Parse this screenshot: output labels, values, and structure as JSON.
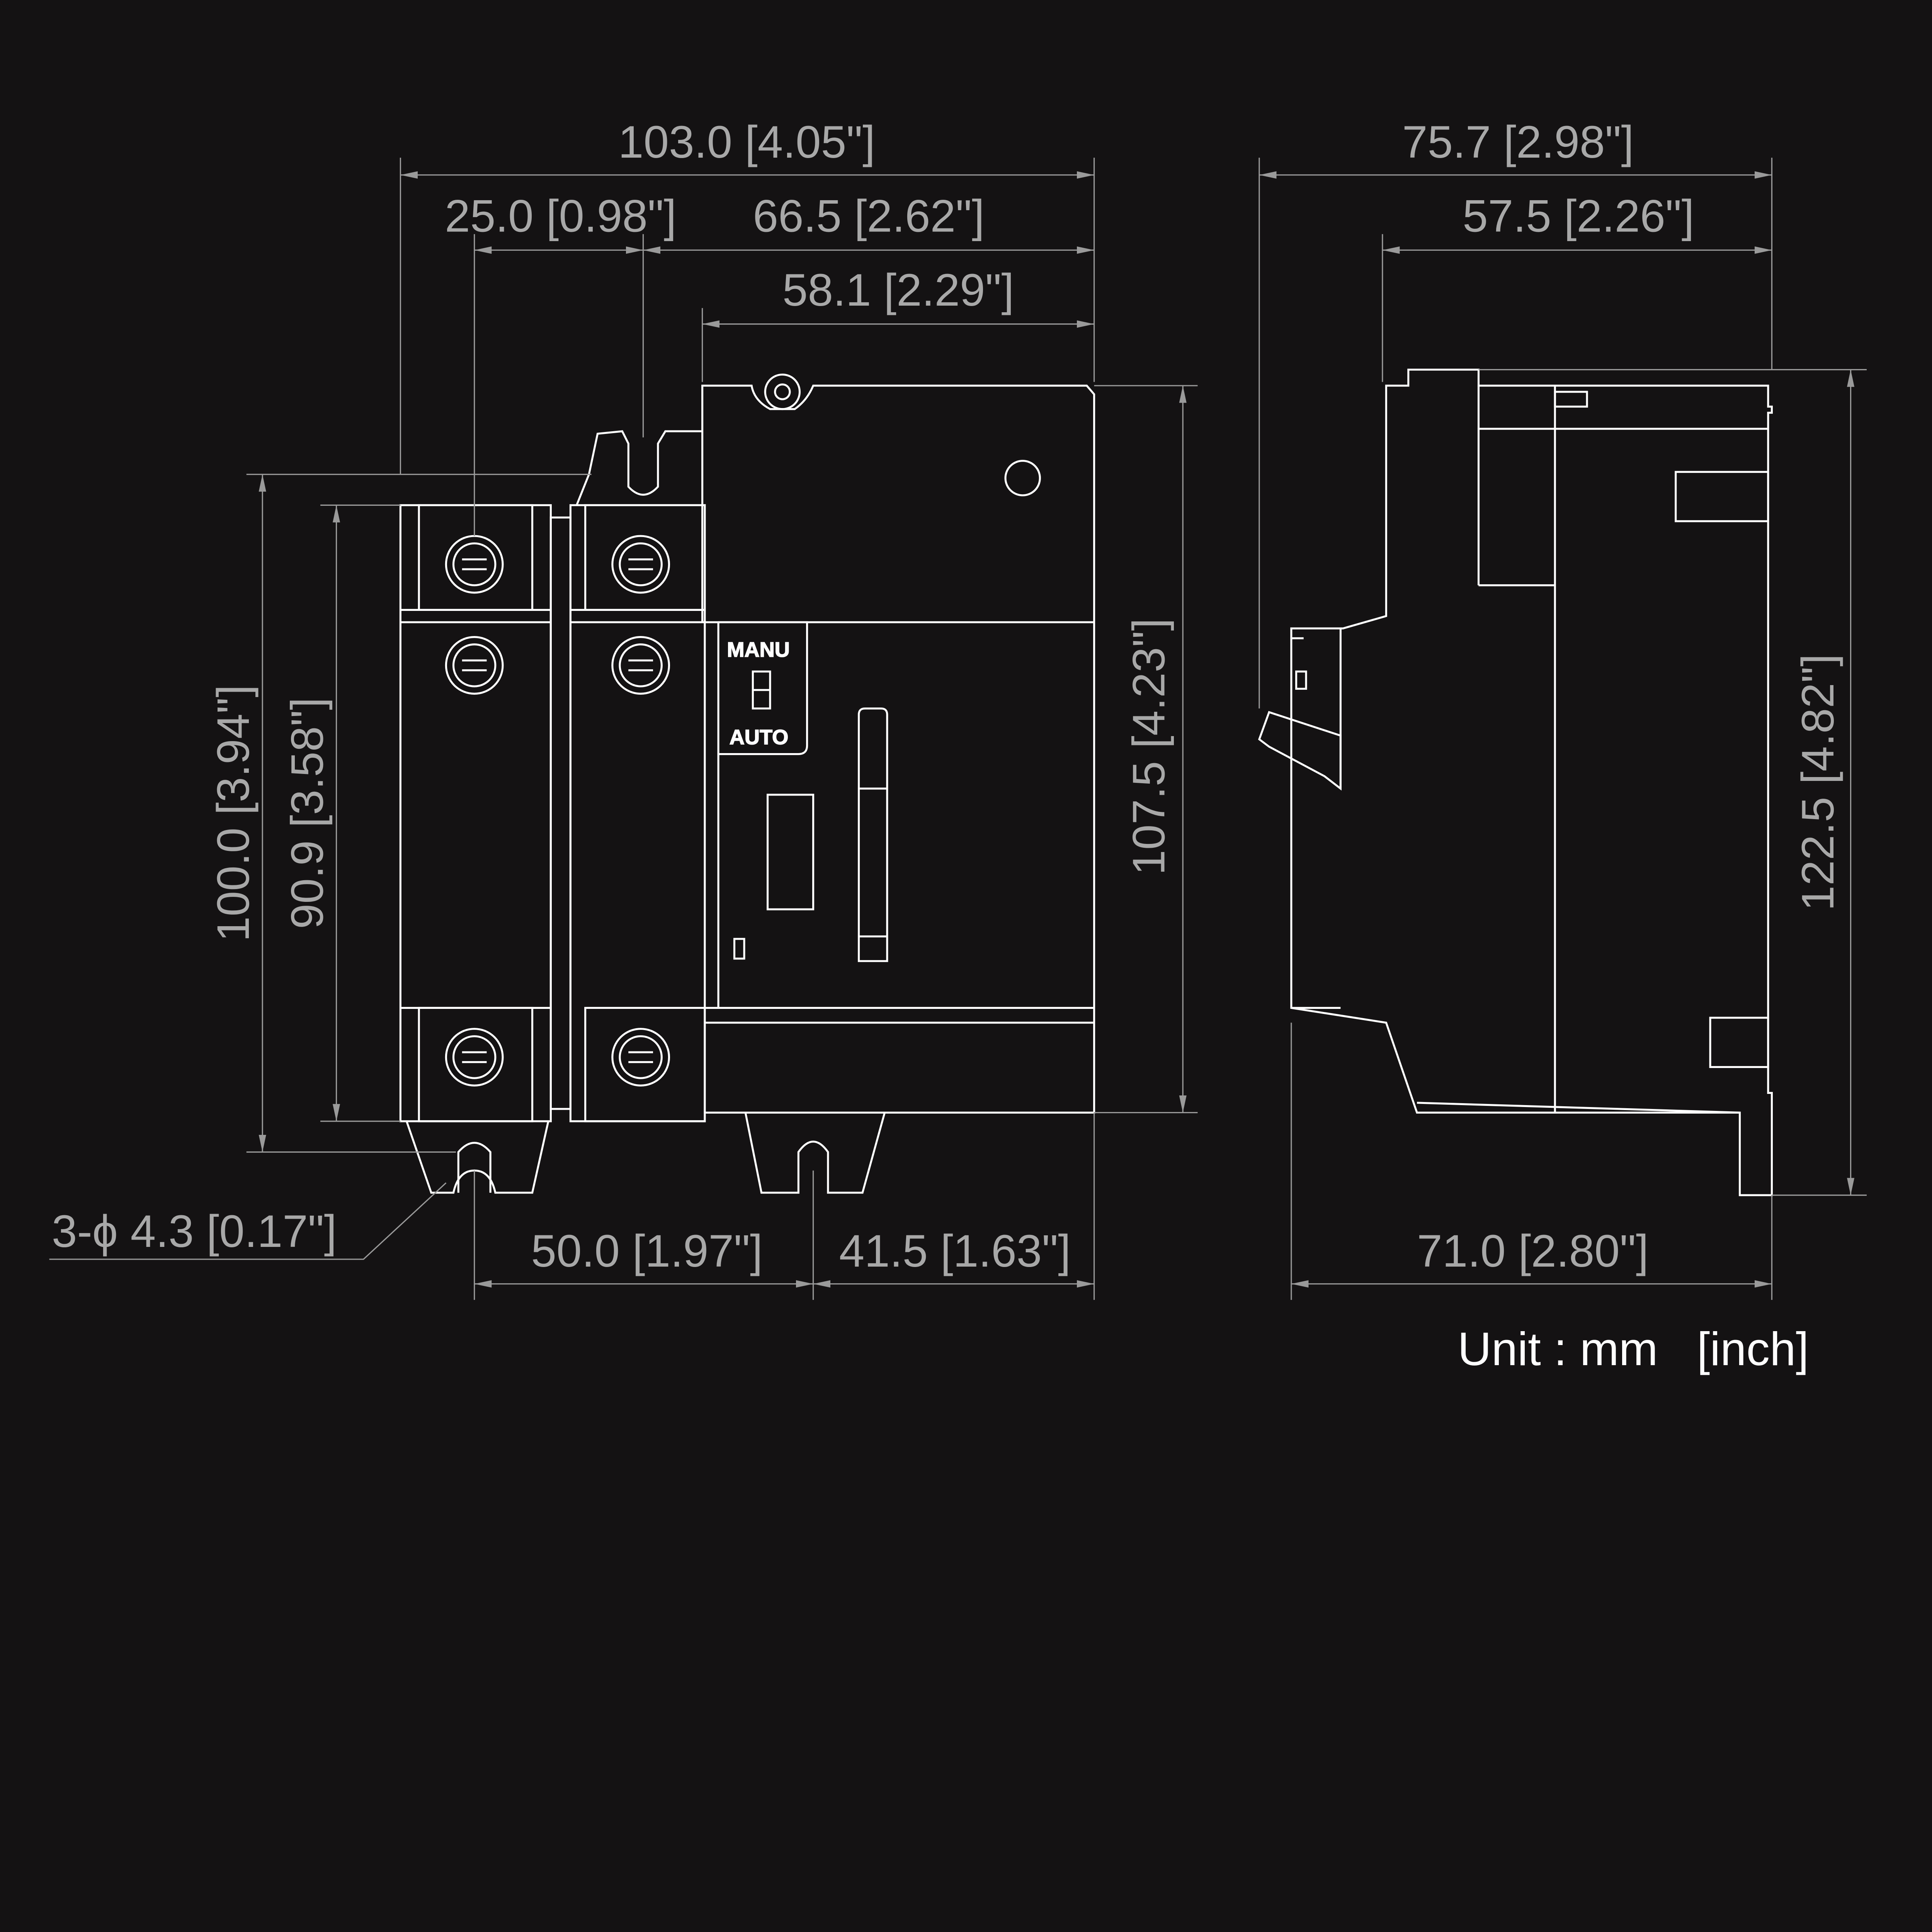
{
  "front_view": {
    "dims": {
      "overall_width": "103.0 [4.05\"]",
      "pole_pitch": "25.0 [0.98\"]",
      "right_width": "66.5 [2.62\"]",
      "body_width": "58.1 [2.29\"]",
      "height_total": "100.0 [3.94\"]",
      "height_inner": "90.9 [3.58\"]",
      "body_height": "107.5 [4.23\"]",
      "hole_spacing": "50.0 [1.97\"]",
      "hole_to_edge": "41.5 [1.63\"]",
      "mount_holes": "3-ϕ 4.3 [0.17\"]"
    },
    "switch_labels": {
      "top": "MANU",
      "bottom": "AUTO"
    }
  },
  "side_view": {
    "dims": {
      "overall_depth": "75.7 [2.98\"]",
      "upper_depth": "57.5 [2.26\"]",
      "base_depth": "71.0 [2.80\"]",
      "height": "122.5 [4.82\"]"
    }
  },
  "unit_note": "Unit : mm   [inch]"
}
